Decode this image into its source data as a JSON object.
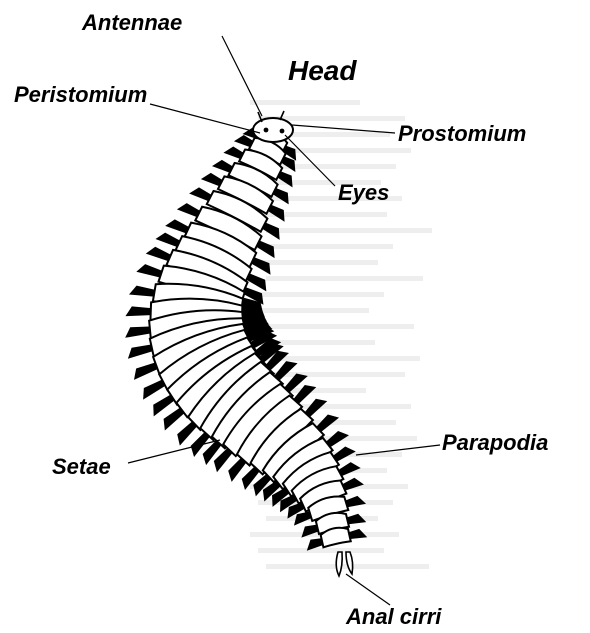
{
  "labels": {
    "head": "Head",
    "antennae": "Antennae",
    "peristomium": "Peristomium",
    "prostomium": "Prostomium",
    "eyes": "Eyes",
    "setae": "Setae",
    "parapodia": "Parapodia",
    "anal_cirri": "Anal cirri"
  }
}
